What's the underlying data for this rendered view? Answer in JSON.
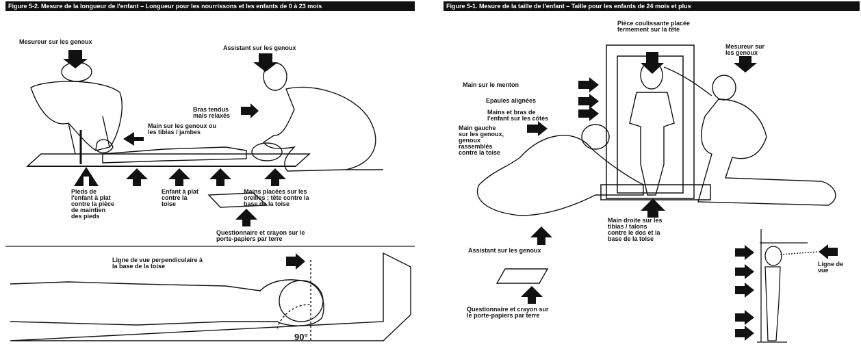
{
  "left": {
    "title": "Figure 5-2. Mesure de la longueur de l'enfant – Longueur pour les nourrissons et les enfants de 0 à 23 mois",
    "labels": {
      "measurer_knees": "Mesureur sur les genoux",
      "assistant_knees": "Assistant sur les genoux",
      "arms_extended": "Bras tendus\nmais relaxés",
      "hand_on_knees": "Main sur les genoux ou\nles tibias / jambes",
      "feet_flat": "Pieds de\nl'enfant à plat\ncontre la pièce\nde maintien\ndes pieds",
      "child_flat": "Enfant à plat\ncontre la\ntoise",
      "hands_ears": "Mains placées sur les\noreilles ; tête contre la\nbase de la toise",
      "questionnaire": "Questionnaire et crayon sur le\nporte-papiers par terre",
      "line_of_sight": "Ligne de vue perpendiculaire à\nla base de la toise",
      "angle": "90°"
    }
  },
  "right": {
    "title": "Figure 5-1. Mesure de la taille de l'enfant – Taille pour les enfants de 24 mois et plus",
    "labels": {
      "headpiece": "Pièce coulissante placée\nfermement sur la tête",
      "measurer_knees": "Mesureur sur\nles genoux",
      "hand_chin": "Main sur le menton",
      "shoulders": "Epaules alignées",
      "hands_arms": "Mains et bras de\nl'enfant sur les côtés",
      "left_hand": "Main gauche\nsur les genoux,\ngenoux\nrassemblés\ncontre la toise",
      "right_hand": "Main droite sur les\ntibias / talons\ncontre le dos et la\nbase de la toise",
      "assistant_knees": "Assistant sur les genoux",
      "questionnaire": "Questionnaire et crayon sur\nle porte-papiers par terre",
      "line_of_sight": "Ligne de\nvue"
    }
  },
  "colors": {
    "ink": "#111111",
    "paper": "#ffffff"
  }
}
